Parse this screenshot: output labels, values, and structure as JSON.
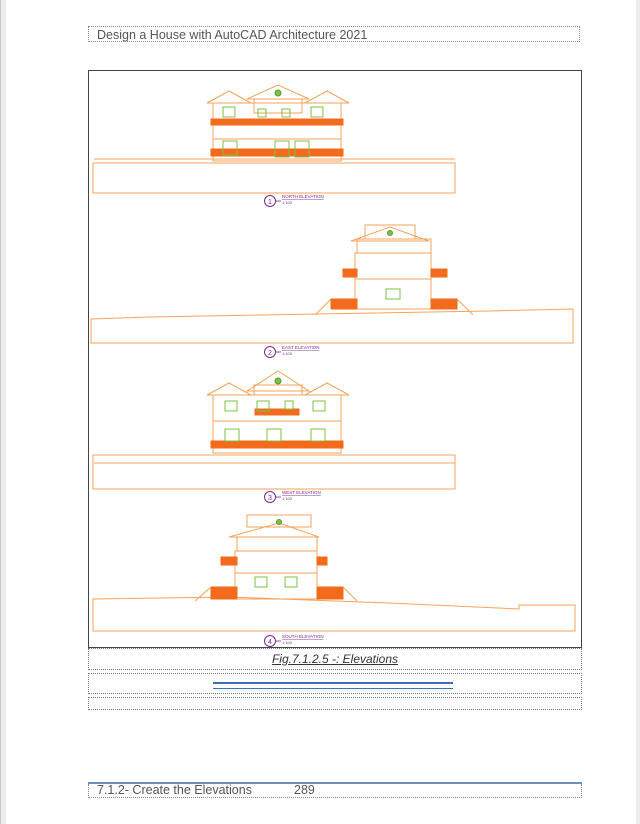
{
  "header": {
    "title": "Design a House with AutoCAD Architecture 2021"
  },
  "figure": {
    "caption": "Fig.7.1.2.5 -: Elevations",
    "elevations": [
      {
        "number": "1",
        "name": "NORTH ELEVATION",
        "scale": "1:100"
      },
      {
        "number": "2",
        "name": "EAST ELEVATION",
        "scale": "1:100"
      },
      {
        "number": "3",
        "name": "WEST ELEVATION",
        "scale": "1:100"
      },
      {
        "number": "4",
        "name": "SOUTH ELEVATION",
        "scale": "1:100"
      }
    ]
  },
  "footer": {
    "section": "7.1.2- Create the Elevations",
    "page_number": "289"
  },
  "colors": {
    "line": "#f7a25a",
    "fill": "#f26a1b",
    "window": "#7cc043",
    "label": "#7b2a8f",
    "rule": "#3b6fb5"
  }
}
